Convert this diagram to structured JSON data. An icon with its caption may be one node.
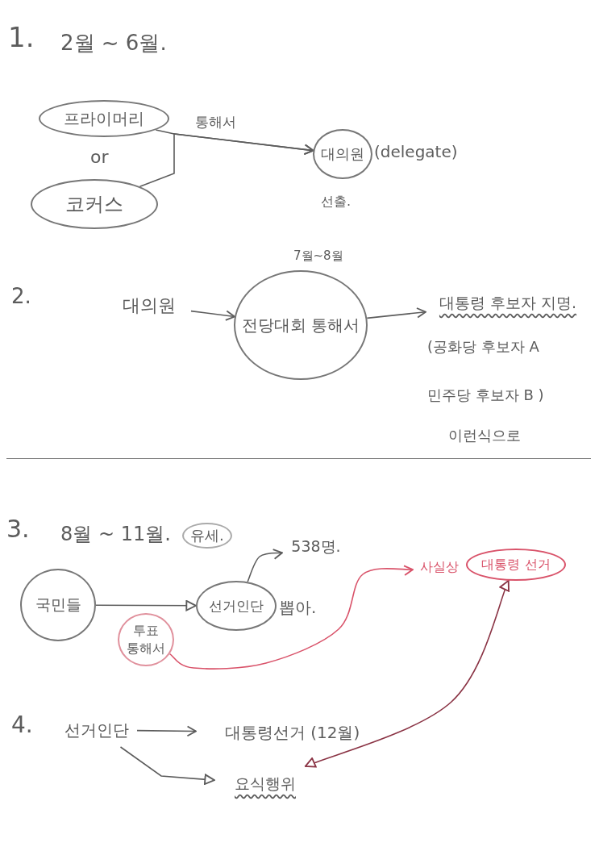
{
  "diagram": {
    "nodes": [
      {
        "text": [
          "프라이머리"
        ]
      },
      {
        "text": [
          "코커스"
        ]
      },
      {
        "text": [
          "대의원"
        ],
        "beside": [
          "(delegate)",
          "선출."
        ]
      },
      {
        "text": [
          "대의원"
        ]
      },
      {
        "text": [
          "전당대회 통해서"
        ],
        "beside": [
          "7월~8월"
        ]
      },
      {
        "text": [
          "대통령 후보자 지명."
        ]
      },
      {
        "text": [
          "국민들"
        ]
      },
      {
        "text": [
          "선거인단"
        ],
        "beside": [
          "뽑아."
        ]
      },
      {
        "text": [
          "538명."
        ]
      },
      {
        "text": [
          "투표 통해서"
        ]
      },
      {
        "text": [
          "사실상"
        ]
      },
      {
        "text": [
          "대통령 선거"
        ]
      },
      {
        "text": [
          "선거인단"
        ]
      },
      {
        "text": [
          "대통령선거 (12월)"
        ]
      },
      {
        "text": [
          "요식행위"
        ]
      }
    ],
    "edges": [
      {
        "from": 0,
        "to": 2,
        "arrow": "to",
        "label": "통해서"
      },
      {
        "from": 1,
        "to": 2,
        "arrow": "to"
      },
      {
        "from": 3,
        "to": 4,
        "arrow": "to"
      },
      {
        "from": 4,
        "to": 5,
        "arrow": "to"
      },
      {
        "from": 6,
        "to": 7,
        "arrow": "to"
      },
      {
        "from": 7,
        "to": 8,
        "arrow": "to"
      },
      {
        "from": 9,
        "to": 10,
        "arrow": "to",
        "color": "#d9536a"
      },
      {
        "from": 12,
        "to": 13,
        "arrow": "to"
      },
      {
        "from": 12,
        "to": 14,
        "arrow": "to"
      },
      {
        "from": 11,
        "to": 14,
        "arrow": "both",
        "color": "#8a3344"
      }
    ],
    "labels": [
      "1.",
      "2월 ~ 6월.",
      "or",
      "2.",
      "(공화당 후보자 A",
      "민주당 후보자 B )",
      "이런식으로",
      "3.",
      "8월 ~ 11월.",
      "유세.",
      "4."
    ]
  }
}
